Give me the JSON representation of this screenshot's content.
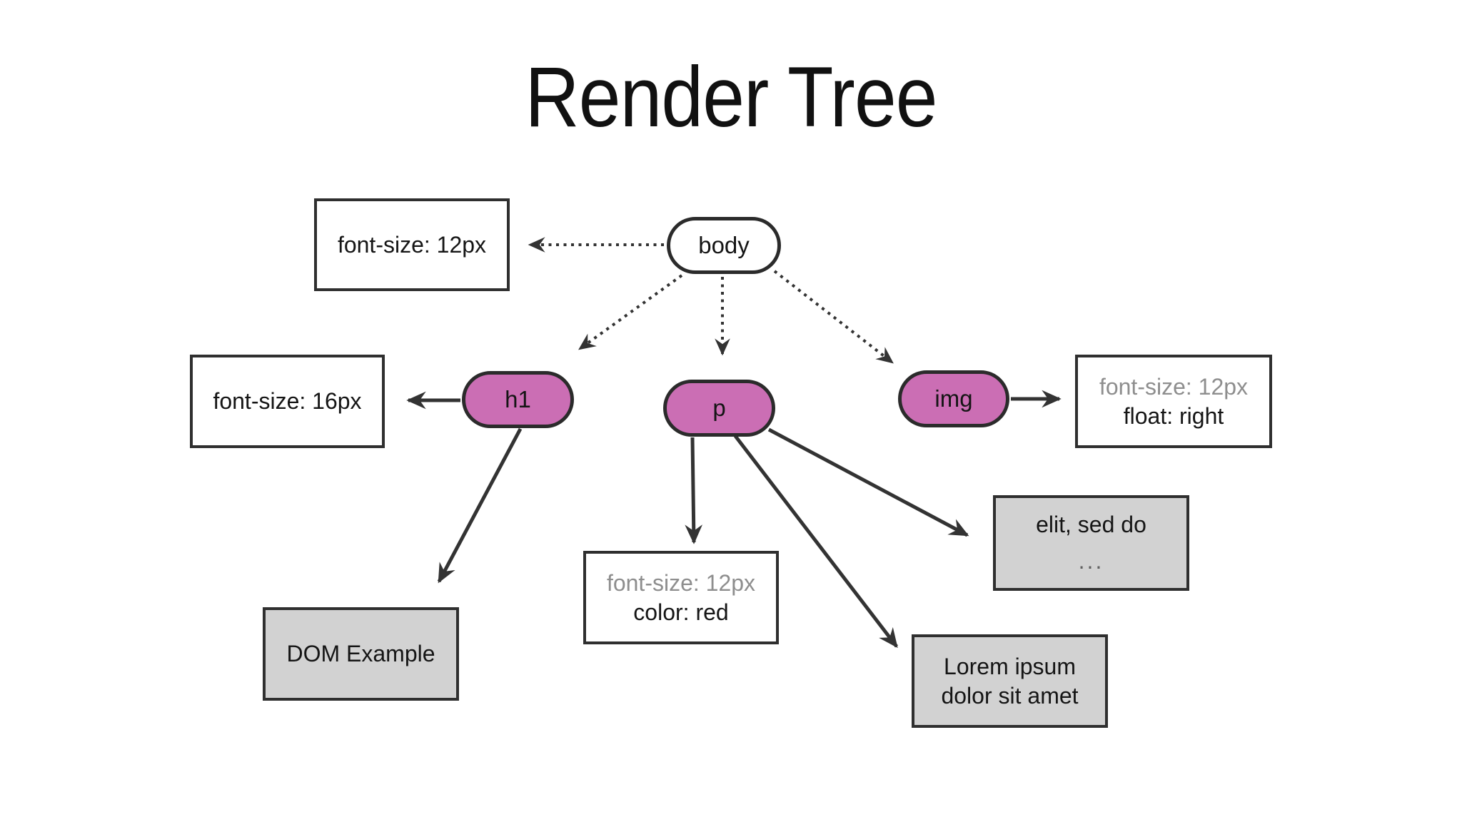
{
  "title": "Render Tree",
  "colors": {
    "node_fill": "#cb6eb4",
    "node_border": "#2b2b2b",
    "box_border": "#2f2f2f",
    "gray_fill": "#d2d2d2",
    "muted_text": "#8e8e8e",
    "ellipsis_text": "#606060",
    "text": "#151515",
    "arrow": "#333333"
  },
  "nodes": {
    "body": {
      "label": "body"
    },
    "h1": {
      "label": "h1"
    },
    "p": {
      "label": "p"
    },
    "img": {
      "label": "img"
    }
  },
  "style_boxes": {
    "body": {
      "line1": "font-size: 12px"
    },
    "h1": {
      "line1": "font-size: 16px"
    },
    "p": {
      "line1": "font-size: 12px",
      "line2": "color: red"
    },
    "img": {
      "line1": "font-size: 12px",
      "line2": "float: right"
    }
  },
  "text_boxes": {
    "h1_text": {
      "line1": "DOM Example"
    },
    "p_text_elit": {
      "line1": "elit, sed do",
      "line2": "..."
    },
    "p_text_lorem": {
      "line1": "Lorem ipsum",
      "line2": "dolor sit amet"
    }
  },
  "edges": [
    {
      "from": "body",
      "to": "body-style-box",
      "style": "dotted"
    },
    {
      "from": "body",
      "to": "h1",
      "style": "dotted"
    },
    {
      "from": "body",
      "to": "p",
      "style": "dotted"
    },
    {
      "from": "body",
      "to": "img",
      "style": "dotted"
    },
    {
      "from": "h1",
      "to": "h1-style-box",
      "style": "solid"
    },
    {
      "from": "h1",
      "to": "dom-example-box",
      "style": "solid"
    },
    {
      "from": "p",
      "to": "p-style-box",
      "style": "solid"
    },
    {
      "from": "p",
      "to": "lorem-ipsum-box",
      "style": "solid"
    },
    {
      "from": "p",
      "to": "elit-box",
      "style": "solid"
    },
    {
      "from": "img",
      "to": "img-style-box",
      "style": "solid"
    }
  ]
}
